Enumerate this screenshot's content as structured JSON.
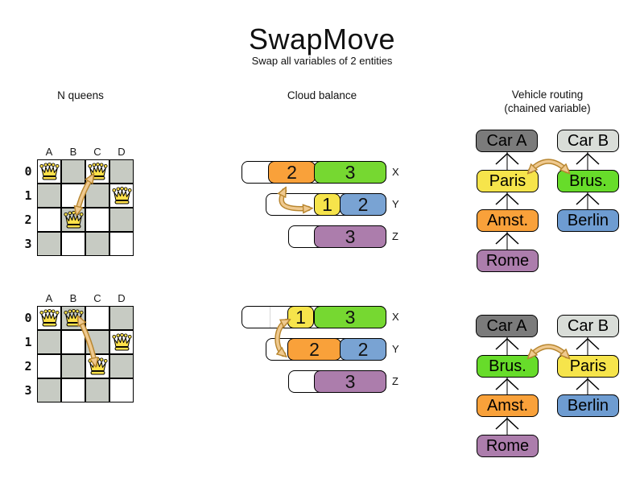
{
  "title": "SwapMove",
  "subtitle": "Swap all variables of 2 entities",
  "sections": {
    "nqueens": {
      "title": "N queens"
    },
    "cloud": {
      "title": "Cloud balance"
    },
    "vehicle": {
      "title": "Vehicle routing",
      "subtitle": "(chained variable)"
    }
  },
  "nqueens": {
    "col_headers": [
      "A",
      "B",
      "C",
      "D"
    ],
    "row_headers": [
      "0",
      "1",
      "2",
      "3"
    ],
    "before": {
      "queen_positions": [
        "A0",
        "C0",
        "D1",
        "B2"
      ],
      "swapped_queens": [
        "C0",
        "B2"
      ]
    },
    "after": {
      "queen_positions": [
        "A0",
        "B0",
        "D1",
        "C2"
      ],
      "swapped_queens": [
        "B0",
        "C2"
      ]
    }
  },
  "cloud": {
    "before": {
      "rows": [
        {
          "label": "X",
          "blocks": [
            {
              "value": "2",
              "color": "#F9A13A"
            },
            {
              "value": "3",
              "color": "#76D831"
            }
          ]
        },
        {
          "label": "Y",
          "blocks": [
            {
              "value": "1",
              "color": "#F6E44B"
            },
            {
              "value": "2",
              "color": "#79A3D3"
            }
          ]
        },
        {
          "label": "Z",
          "blocks": [
            {
              "value": "3",
              "color": "#AC7DAC"
            }
          ]
        }
      ]
    },
    "after": {
      "rows": [
        {
          "label": "X",
          "blocks": [
            {
              "value": "1",
              "color": "#F6E44B"
            },
            {
              "value": "3",
              "color": "#76D831"
            }
          ]
        },
        {
          "label": "Y",
          "blocks": [
            {
              "value": "2",
              "color": "#F9A13A"
            },
            {
              "value": "2",
              "color": "#79A3D3"
            }
          ]
        },
        {
          "label": "Z",
          "blocks": [
            {
              "value": "3",
              "color": "#AC7DAC"
            }
          ]
        }
      ]
    }
  },
  "vehicle": {
    "before": {
      "left_chain": [
        "Car A",
        "Paris",
        "Amst.",
        "Rome"
      ],
      "right_chain": [
        "Car B",
        "Brus.",
        "Berlin"
      ],
      "swapped": [
        "Paris",
        "Brus."
      ]
    },
    "after": {
      "left_chain": [
        "Car A",
        "Brus.",
        "Amst.",
        "Rome"
      ],
      "right_chain": [
        "Car B",
        "Paris",
        "Berlin"
      ],
      "swapped": [
        "Brus.",
        "Paris"
      ]
    }
  },
  "colors": {
    "orange": "#F9A13A",
    "green": "#76D831",
    "yellow": "#F6E44B",
    "blue": "#79A3D3",
    "purple": "#AC7DAC",
    "vehicle_green": "#67DC2A",
    "vehicle_blue": "#6E9CD1",
    "car_a_gray": "#7B7B7B",
    "car_b_gray": "#D9DDD8",
    "board_gray": "#C7CBC3",
    "swap_arrow_fill": "#EFC98F",
    "swap_arrow_border": "#B8862F"
  }
}
